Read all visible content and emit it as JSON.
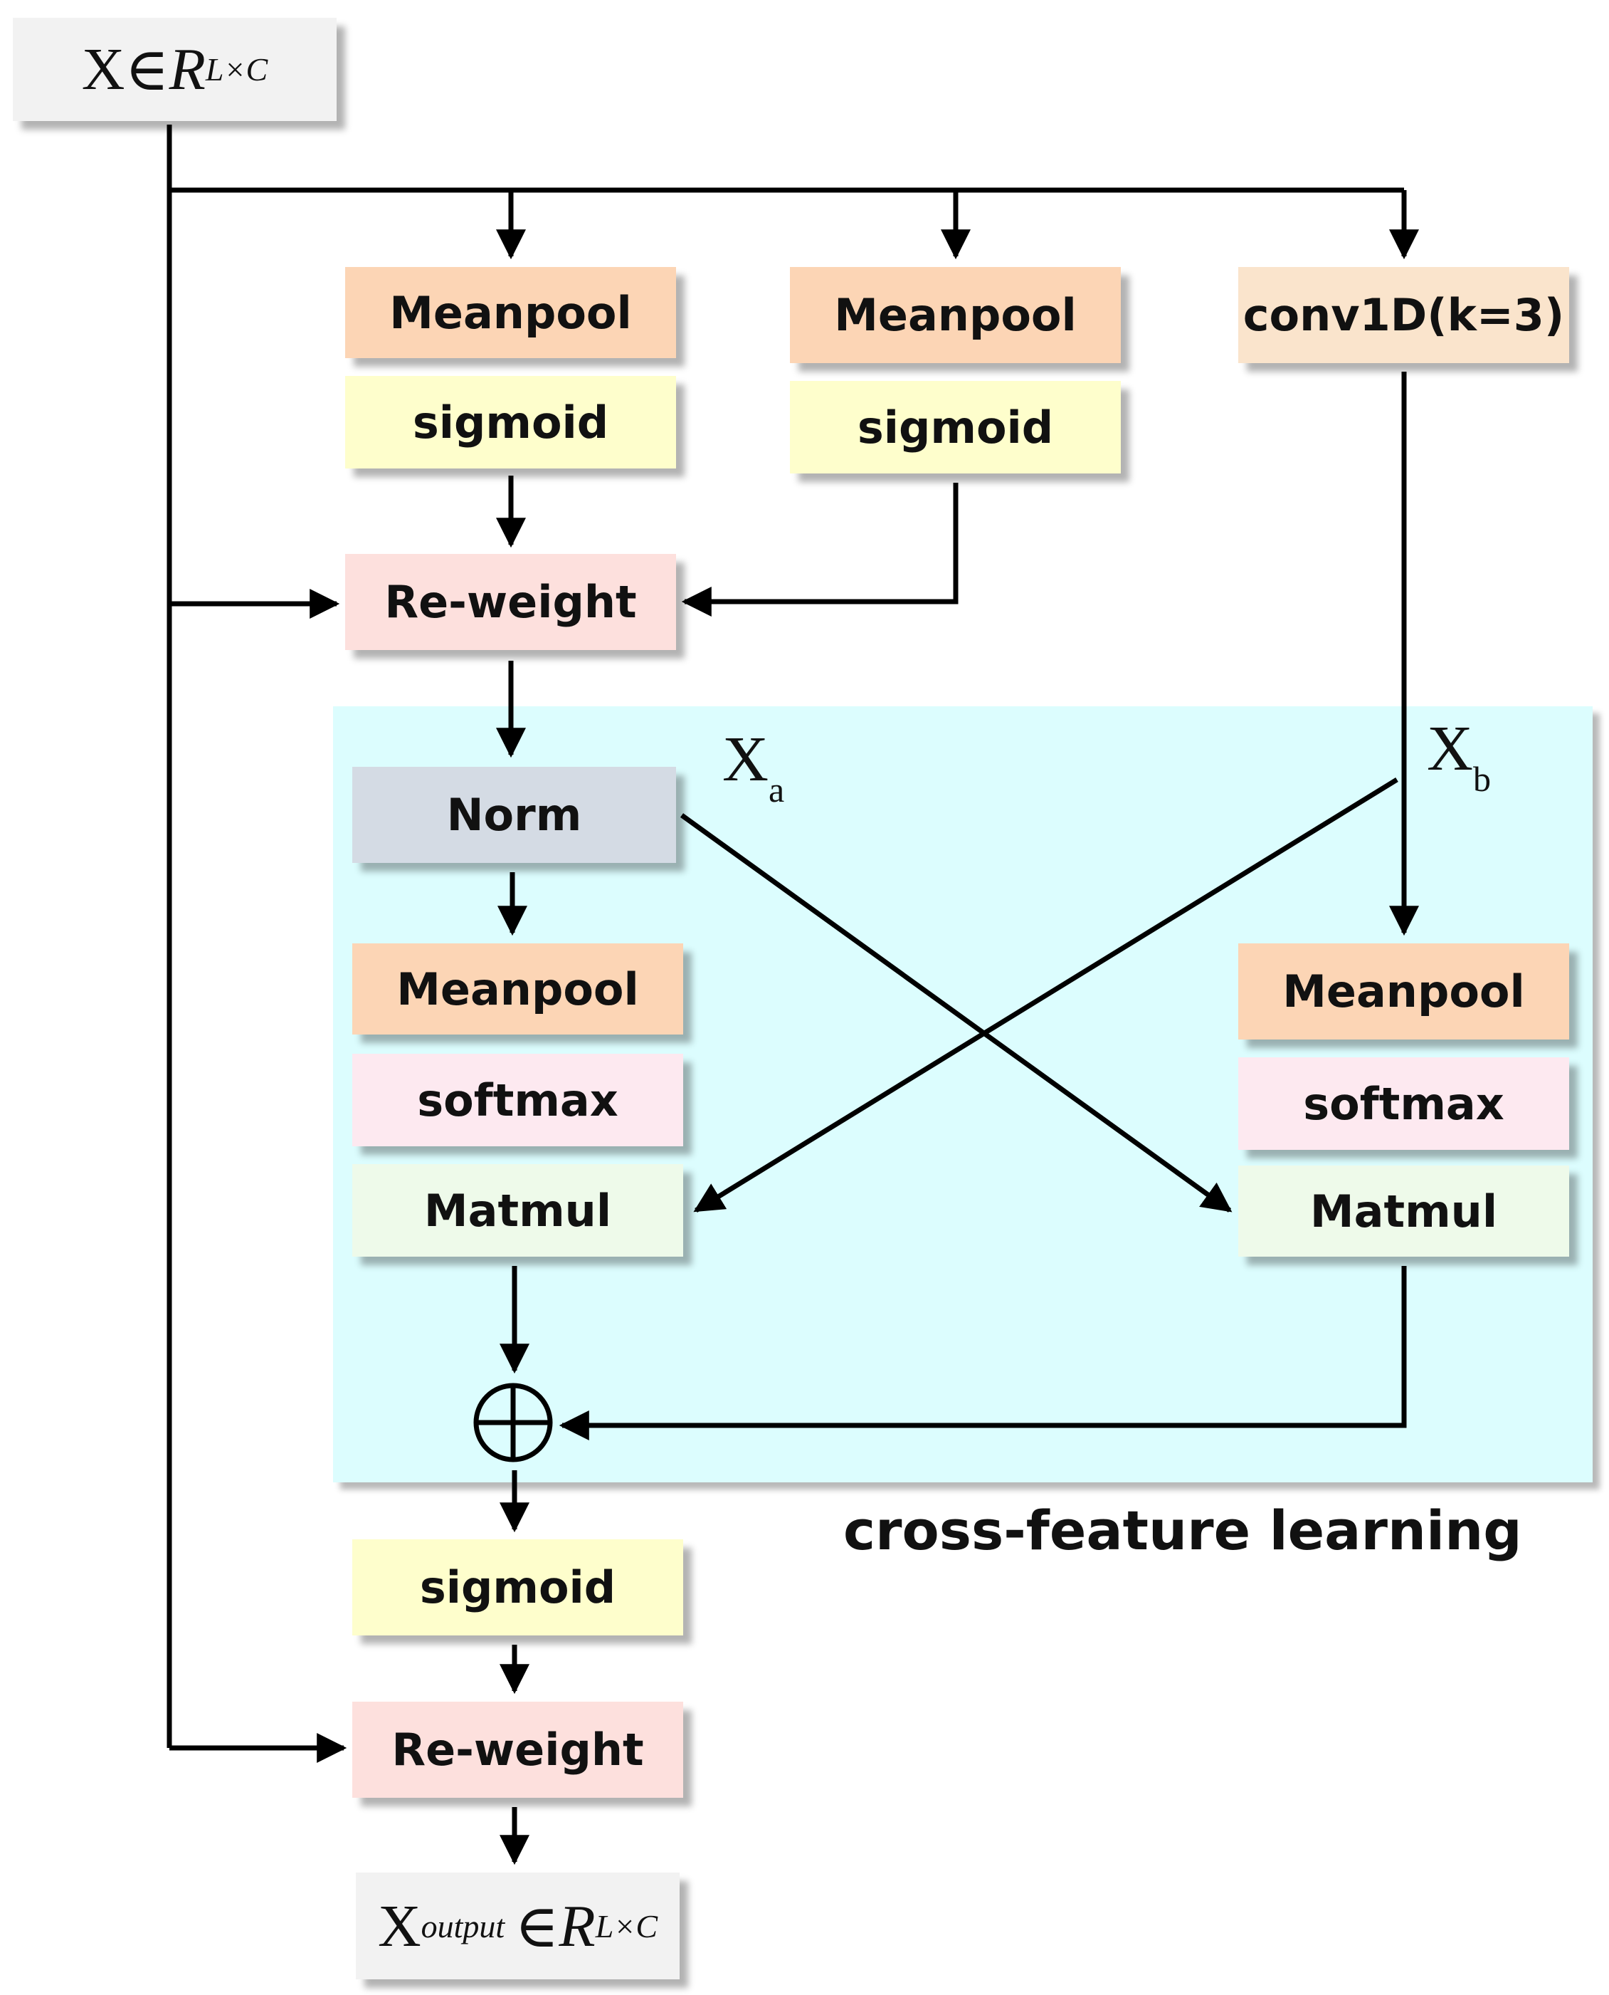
{
  "input": {
    "var": "X",
    "in": "∈",
    "space": "R",
    "dims": "L×C"
  },
  "output": {
    "var": "X",
    "sub": "output",
    "in": "∈",
    "space": "R",
    "dims": "L×C"
  },
  "branch_left": {
    "pool": "Meanpool",
    "act": "sigmoid"
  },
  "branch_mid": {
    "pool": "Meanpool",
    "act": "sigmoid"
  },
  "branch_right": {
    "conv": "conv1D(k=3)"
  },
  "reweight_top": "Re-weight",
  "cross": {
    "caption": "cross-feature learning",
    "norm": "Norm",
    "xa": {
      "var": "X",
      "sub": "a"
    },
    "xb": {
      "var": "X",
      "sub": "b"
    },
    "left": {
      "pool": "Meanpool",
      "act": "softmax",
      "mul": "Matmul"
    },
    "right": {
      "pool": "Meanpool",
      "act": "softmax",
      "mul": "Matmul"
    },
    "sum_symbol": "⊕"
  },
  "sigmoid_final": "sigmoid",
  "reweight_bottom": "Re-weight",
  "colors": {
    "meanpool": "#fcd5b5",
    "sigmoid": "#fefecc",
    "conv": "#fae4cc",
    "reweight": "#fde0dd",
    "norm": "#d4dbe4",
    "softmax": "#fde9f0",
    "matmul": "#eefaea",
    "panel": "#dcfdfe",
    "io": "#f2f2f2",
    "line": "#000000"
  }
}
